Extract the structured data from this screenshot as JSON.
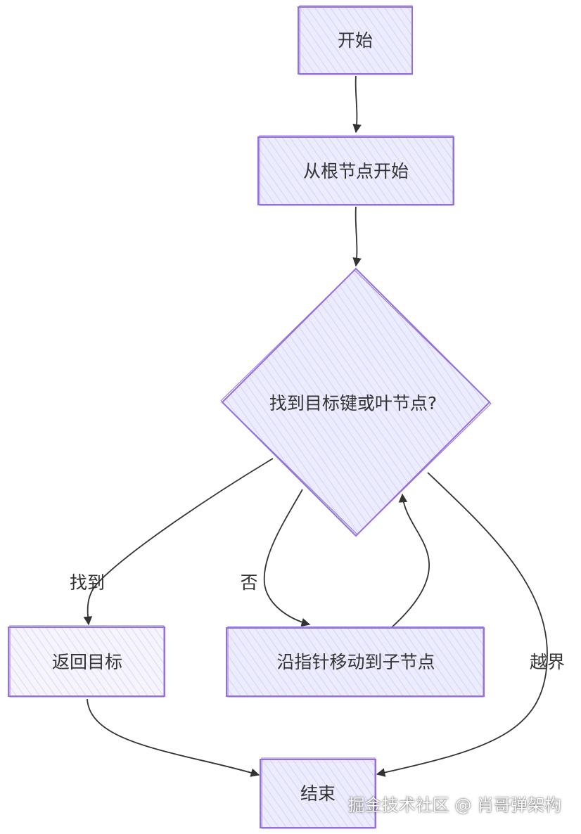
{
  "nodes": {
    "start": "开始",
    "from_root": "从根节点开始",
    "decision": "找到目标键或叶节点?",
    "return_target": "返回目标",
    "move_child": "沿指针移动到子节点",
    "end": "结束"
  },
  "edges": {
    "found": "找到",
    "no": "否",
    "out_of_bounds": "越界"
  },
  "watermark": "掘金技术社区 @ 肖哥弹架构",
  "colors": {
    "node_fill": "#ECECFF",
    "node_stroke": "#9370DB",
    "edge": "#333333"
  }
}
